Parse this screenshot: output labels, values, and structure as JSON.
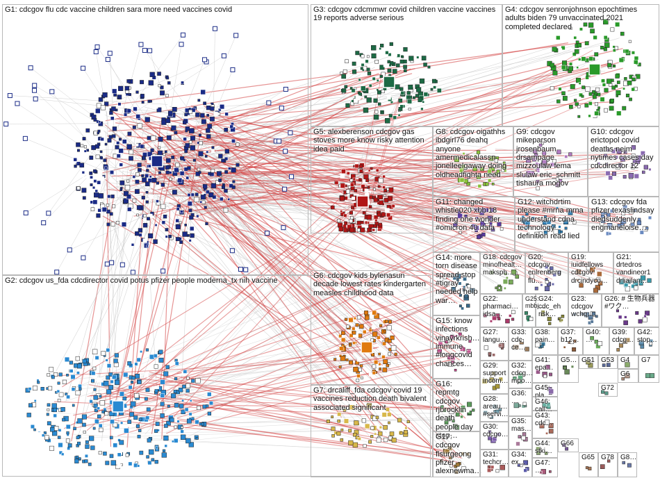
{
  "graph": {
    "title": "",
    "edge_colors": {
      "light": "#c4c4c4",
      "strong": "#d23b3b"
    },
    "groups": [
      {
        "id": "G1",
        "label": "G1: cdcgov flu cdc vaccine children sara more need vaccines covid",
        "color": "#1a2b86"
      },
      {
        "id": "G2",
        "label": "G2: cdcgov us_fda cdcdirector covid potus pfizer people moderna_tx nih vaccine",
        "color": "#2a8ad2"
      },
      {
        "id": "G3",
        "label": "G3: cdcgov cdcmmwr covid children vaccine vaccines 19 reports adverse serious",
        "color": "#1d6a45"
      },
      {
        "id": "G4",
        "label": "G4: cdcgov senronjohnson epochtimes adults biden 79 unvaccinated 2021 completed declared",
        "color": "#2a9a2a"
      },
      {
        "id": "G5",
        "label": "G5: alexberenson cdcgov gas stoves more know risky attention idea paid",
        "color": "#b01616"
      },
      {
        "id": "G6",
        "label": "G6: cdcgov kids bylenasun decade lowest rates kindergarten measles childhood data",
        "color": "#e07a10"
      },
      {
        "id": "G7",
        "label": "G7: drcaliff_fda cdcgov covid 19 vaccines reduction death bivalent associated significant",
        "color": "#d8b84a"
      },
      {
        "id": "G8",
        "label": "G8: cdcgov oigathhs ibdgirl76 deahq anyone amermedicalassn jonelleelgaway doing oldheadfighta need",
        "color": "#8ac23a"
      },
      {
        "id": "G9",
        "label": "G9: cdcgov mikeparson jrosenbaum drsampage mizzoulaw fema slulaw eric_schmitt tishaura mogov",
        "color": "#b07ac0"
      },
      {
        "id": "G10",
        "label": "G10: cdcgov erictopol covid deaths nejm nytimes cases day cdcdirector 12",
        "color": "#8a6ab0"
      },
      {
        "id": "G11",
        "label": "G11: changed whistle020 xbb 18 finding one wonder #omicron 40 data",
        "color": "#5a3aa0"
      },
      {
        "id": "G12",
        "label": "G12: witchdrtim please #mrna mrna understand cdna technology definition read lied",
        "color": "#2a7ab0"
      },
      {
        "id": "G13",
        "label": "G13: cdcgov fda pfizer texaslindsay diedsuddenly engmaneloise…",
        "color": "#6a8ac0"
      },
      {
        "id": "G14",
        "label": "G14: more torn disease spread stop #tigray needed help war…",
        "color": "#3a6a8a"
      },
      {
        "id": "G15",
        "label": "G15: know infections vinayrkrish… immune #longcovid chances…",
        "color": "#c04a8a"
      },
      {
        "id": "G16",
        "label": "G16: repmtg cdcgov rjbrocklin death people day stop…",
        "color": "#5a9a5a"
      },
      {
        "id": "G17",
        "label": "G17: cdcgov flsurgeong pfizer alexnewma…",
        "color": "#a07a3a"
      },
      {
        "id": "G18",
        "label": "G18: cdcgov minofhealt… maksph…",
        "color": "#7aaa5a"
      },
      {
        "id": "G19",
        "label": "G19: iuidfellows cdcgov drcindyco…",
        "color": "#aa6a3a"
      },
      {
        "id": "G20",
        "label": "G20: cdcgov enlrenberg flu…",
        "color": "#6a6aaa"
      },
      {
        "id": "G21",
        "label": "G21: drtedros vandineor1 drliailan…",
        "color": "#3a9aaa"
      },
      {
        "id": "G22",
        "label": "G22: pharmaci… idsa…",
        "color": "#aa3a6a"
      },
      {
        "id": "G23",
        "label": "G23: cdcgov wchq…",
        "color": "#5a7a9a"
      },
      {
        "id": "G24",
        "label": "G24: cdc_eh risk…",
        "color": "#8a8a3a"
      },
      {
        "id": "G25",
        "label": "G25: mbbj…",
        "color": "#3a8a6a"
      },
      {
        "id": "G26",
        "label": "G26: # 生物兵器 #ワク…",
        "color": "#6a3a8a"
      },
      {
        "id": "G27",
        "label": "G27: langu…",
        "color": "#9a6a6a"
      },
      {
        "id": "G28",
        "label": "G28: areau… #servi…",
        "color": "#6a9aaa"
      },
      {
        "id": "G29",
        "label": "G29: support incom…",
        "color": "#aa9a3a"
      },
      {
        "id": "G30",
        "label": "G30: cdcgo…",
        "color": "#7a5aaa"
      },
      {
        "id": "G31",
        "label": "G31: techcr…",
        "color": "#aa5a5a"
      },
      {
        "id": "G32",
        "label": "G32: cdcg… mpo…",
        "color": "#5aaa7a"
      },
      {
        "id": "G33",
        "label": "G33: cdc ce…",
        "color": "#9a7a5a"
      },
      {
        "id": "G34",
        "label": "G34: ex…",
        "color": "#5a5aaa"
      },
      {
        "id": "G35",
        "label": "G35: mas…",
        "color": "#aa7a9a"
      },
      {
        "id": "G36",
        "label": "G36: …",
        "color": "#7aaa9a"
      },
      {
        "id": "G37",
        "label": "G37: b12…",
        "color": "#8a5a3a"
      },
      {
        "id": "G38",
        "label": "G38: pain…",
        "color": "#3a7a9a"
      },
      {
        "id": "G39",
        "label": "G39: cdcg…",
        "color": "#aa8a5a"
      },
      {
        "id": "G40",
        "label": "G40: …",
        "color": "#6aaa5a"
      },
      {
        "id": "G41",
        "label": "G41: epa…",
        "color": "#9a5a8a"
      },
      {
        "id": "G42",
        "label": "G42: stop…",
        "color": "#5a8aaa"
      },
      {
        "id": "G43",
        "label": "G43: cdc…",
        "color": "#aa6a5a"
      },
      {
        "id": "G44",
        "label": "G44: stki…",
        "color": "#7a9a5a"
      },
      {
        "id": "G45",
        "label": "G45: pla…",
        "color": "#8a6aaa"
      },
      {
        "id": "G46",
        "label": "G46: call…",
        "color": "#5aaa9a"
      },
      {
        "id": "G47",
        "label": "G47: …",
        "color": "#aa5a7a"
      },
      {
        "id": "G5x",
        "label": "G5…",
        "color": "#6a8a5a"
      },
      {
        "id": "G51",
        "label": "G51",
        "color": "#9a9a5a"
      },
      {
        "id": "G53",
        "label": "G53",
        "color": "#5a6a9a"
      },
      {
        "id": "G65",
        "label": "G65",
        "color": "#aa7a5a"
      },
      {
        "id": "G66",
        "label": "G66",
        "color": "#7a5a9a"
      },
      {
        "id": "G72",
        "label": "G72",
        "color": "#5a9a8a"
      },
      {
        "id": "G78",
        "label": "G78",
        "color": "#9a5a5a"
      },
      {
        "id": "G8x",
        "label": "G8…",
        "color": "#6a7aaa"
      },
      {
        "id": "G4x",
        "label": "G4",
        "color": "#8aaa6a"
      },
      {
        "id": "G6x",
        "label": "G6",
        "color": "#aa8a7a"
      },
      {
        "id": "G7x",
        "label": "G7",
        "color": "#6aaa8a"
      }
    ]
  }
}
